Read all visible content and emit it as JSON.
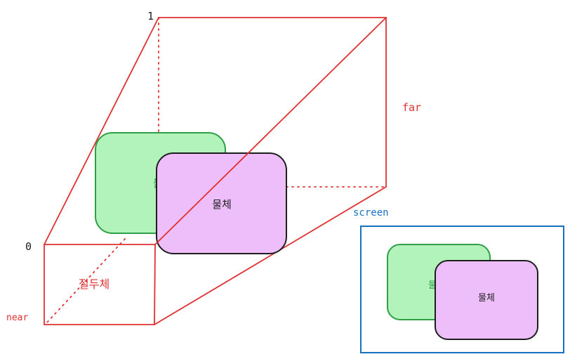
{
  "labels": {
    "one": "1",
    "zero": "0",
    "far": "far",
    "near": "near",
    "frustum": "절두체",
    "screen": "screen",
    "object_back": "물",
    "object_front": "물체",
    "screen_object_back": "물",
    "screen_object_front": "물체"
  },
  "colors": {
    "frustum": "#e03131",
    "screen_border": "#1971c2",
    "object_green_fill": "#b2f2bb",
    "object_green_stroke": "#2f9e44",
    "object_purple_fill": "#eebefa",
    "object_purple_stroke": "#1e1e1e",
    "text": "#1e1e1e"
  }
}
